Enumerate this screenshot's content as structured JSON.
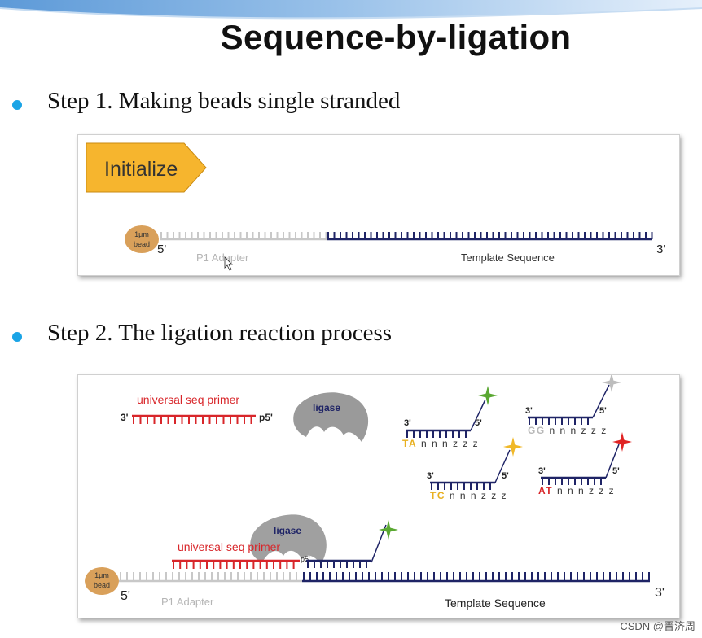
{
  "title": "Sequence-by-ligation",
  "step1": {
    "label": "Step 1. Making beads single stranded",
    "initialize_label": "Initialize",
    "bead_line1": "1μm",
    "bead_line2": "bead",
    "five_prime": "5'",
    "three_prime": "3'",
    "adapter_label": "P1 Adapter",
    "template_label": "Template Sequence"
  },
  "step2": {
    "label": "Step 2. The ligation reaction process",
    "primer_label": "universal seq primer",
    "primer_three": "3'",
    "primer_five": "p5'",
    "ligase_label": "ligase",
    "probes": [
      {
        "three": "3'",
        "five": "5'",
        "b1": "T",
        "b2": "A",
        "rest": "nnnzzz",
        "b1_color": "#e8b020",
        "b2_color": "#e8b020",
        "star_color": "#5aa832"
      },
      {
        "three": "3'",
        "five": "5'",
        "b1": "G",
        "b2": "G",
        "rest": "nnnzzz",
        "b1_color": "#b8b8b8",
        "b2_color": "#b8b8b8",
        "star_color": "#bdbdbd"
      },
      {
        "three": "3'",
        "five": "5'",
        "b1": "T",
        "b2": "C",
        "rest": "nnnzzz",
        "b1_color": "#e8b020",
        "b2_color": "#e8b020",
        "star_color": "#f0b828"
      },
      {
        "three": "3'",
        "five": "5'",
        "b1": "A",
        "b2": "T",
        "rest": "nnnzzz",
        "b1_color": "#d8262a",
        "b2_color": "#d8262a",
        "star_color": "#e02424"
      }
    ],
    "bottom": {
      "bead_line1": "1μm",
      "bead_line2": "bead",
      "five_prime": "5'",
      "three_prime": "3'",
      "ligase_label": "ligase",
      "primer_label": "universal seq primer",
      "p5_label": "p5'",
      "adapter_label": "P1 Adapter",
      "template_label": "Template Sequence",
      "star_color": "#5aa832"
    }
  },
  "colors": {
    "bullet": "#1aa4e6",
    "primer_red": "#d8262a",
    "template_navy": "#1f2466",
    "adapter_gray": "#c8c8c8",
    "bead": "#d9a05a",
    "initialize_fill": "#f6b52e"
  },
  "watermark": "CSDN @晋济周"
}
